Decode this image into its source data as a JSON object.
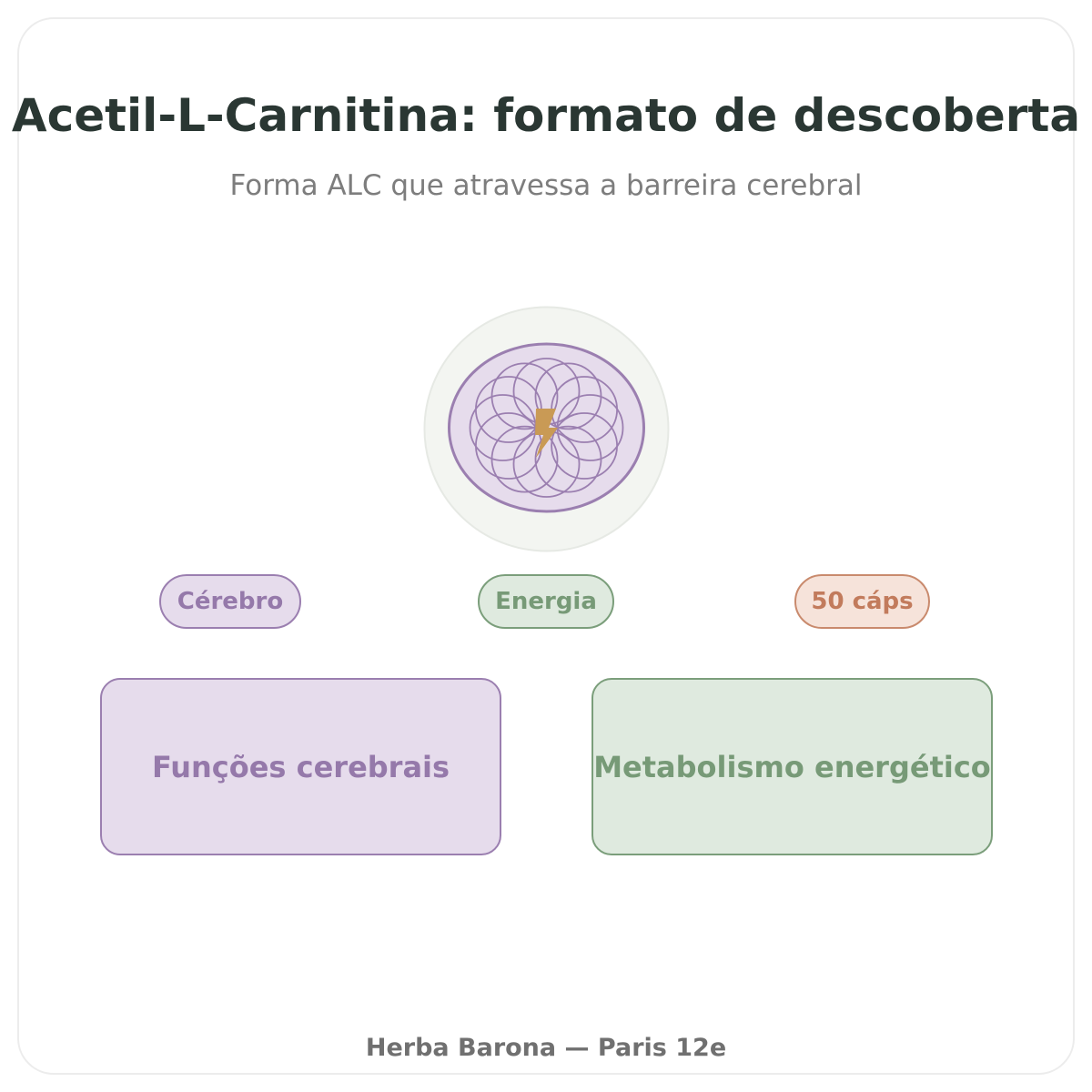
{
  "header": {
    "title": "Acetil-L-Carnitina: formato de descoberta",
    "subtitle": "Forma ALC que atravessa a barreira cerebral"
  },
  "emblem": {
    "icon": "brain-energy-emblem-icon",
    "ring_color": "#f3f5f1",
    "petal_fill": "#e6dcec",
    "petal_stroke": "#9b7fb0",
    "bolt_color": "#c99a55"
  },
  "tags": [
    {
      "label": "Cérebro",
      "color": "#9579aa"
    },
    {
      "label": "Energia",
      "color": "#779a77"
    },
    {
      "label": "50 cáps",
      "color": "#c27b5c"
    }
  ],
  "benefits": [
    {
      "label": "Funções cerebrais",
      "color": "#9579aa"
    },
    {
      "label": "Metabolismo energético",
      "color": "#779a77"
    }
  ],
  "footer": {
    "text": "Herba Barona — Paris 12e"
  }
}
